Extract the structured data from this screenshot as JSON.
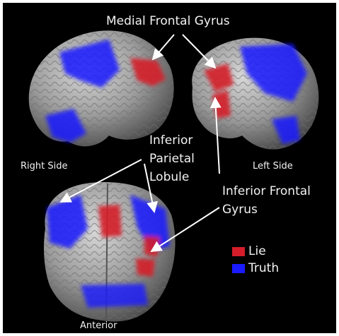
{
  "labels": {
    "medial_frontal_gyrus": "Medial Frontal Gyrus",
    "right_side": "Right Side",
    "left_side": "Left Side",
    "inferior_parietal_lobule_line1": "Inferior",
    "inferior_parietal_lobule_line2": "Parietal",
    "inferior_parietal_lobule_line3": "Lobule",
    "inferior_frontal_gyrus_line1": "Inferior Frontal",
    "inferior_frontal_gyrus_line2": "Gyrus",
    "anterior": "Anterior"
  },
  "legend": {
    "items": [
      {
        "label": "Lie",
        "color": "#d41c2a"
      },
      {
        "label": "Truth",
        "color": "#1a1aff"
      }
    ]
  },
  "colors": {
    "background": "#000000",
    "brain": "#9a9a9a",
    "lie": "#d41c2a",
    "truth": "#1a1aff",
    "arrow": "#ffffff"
  }
}
